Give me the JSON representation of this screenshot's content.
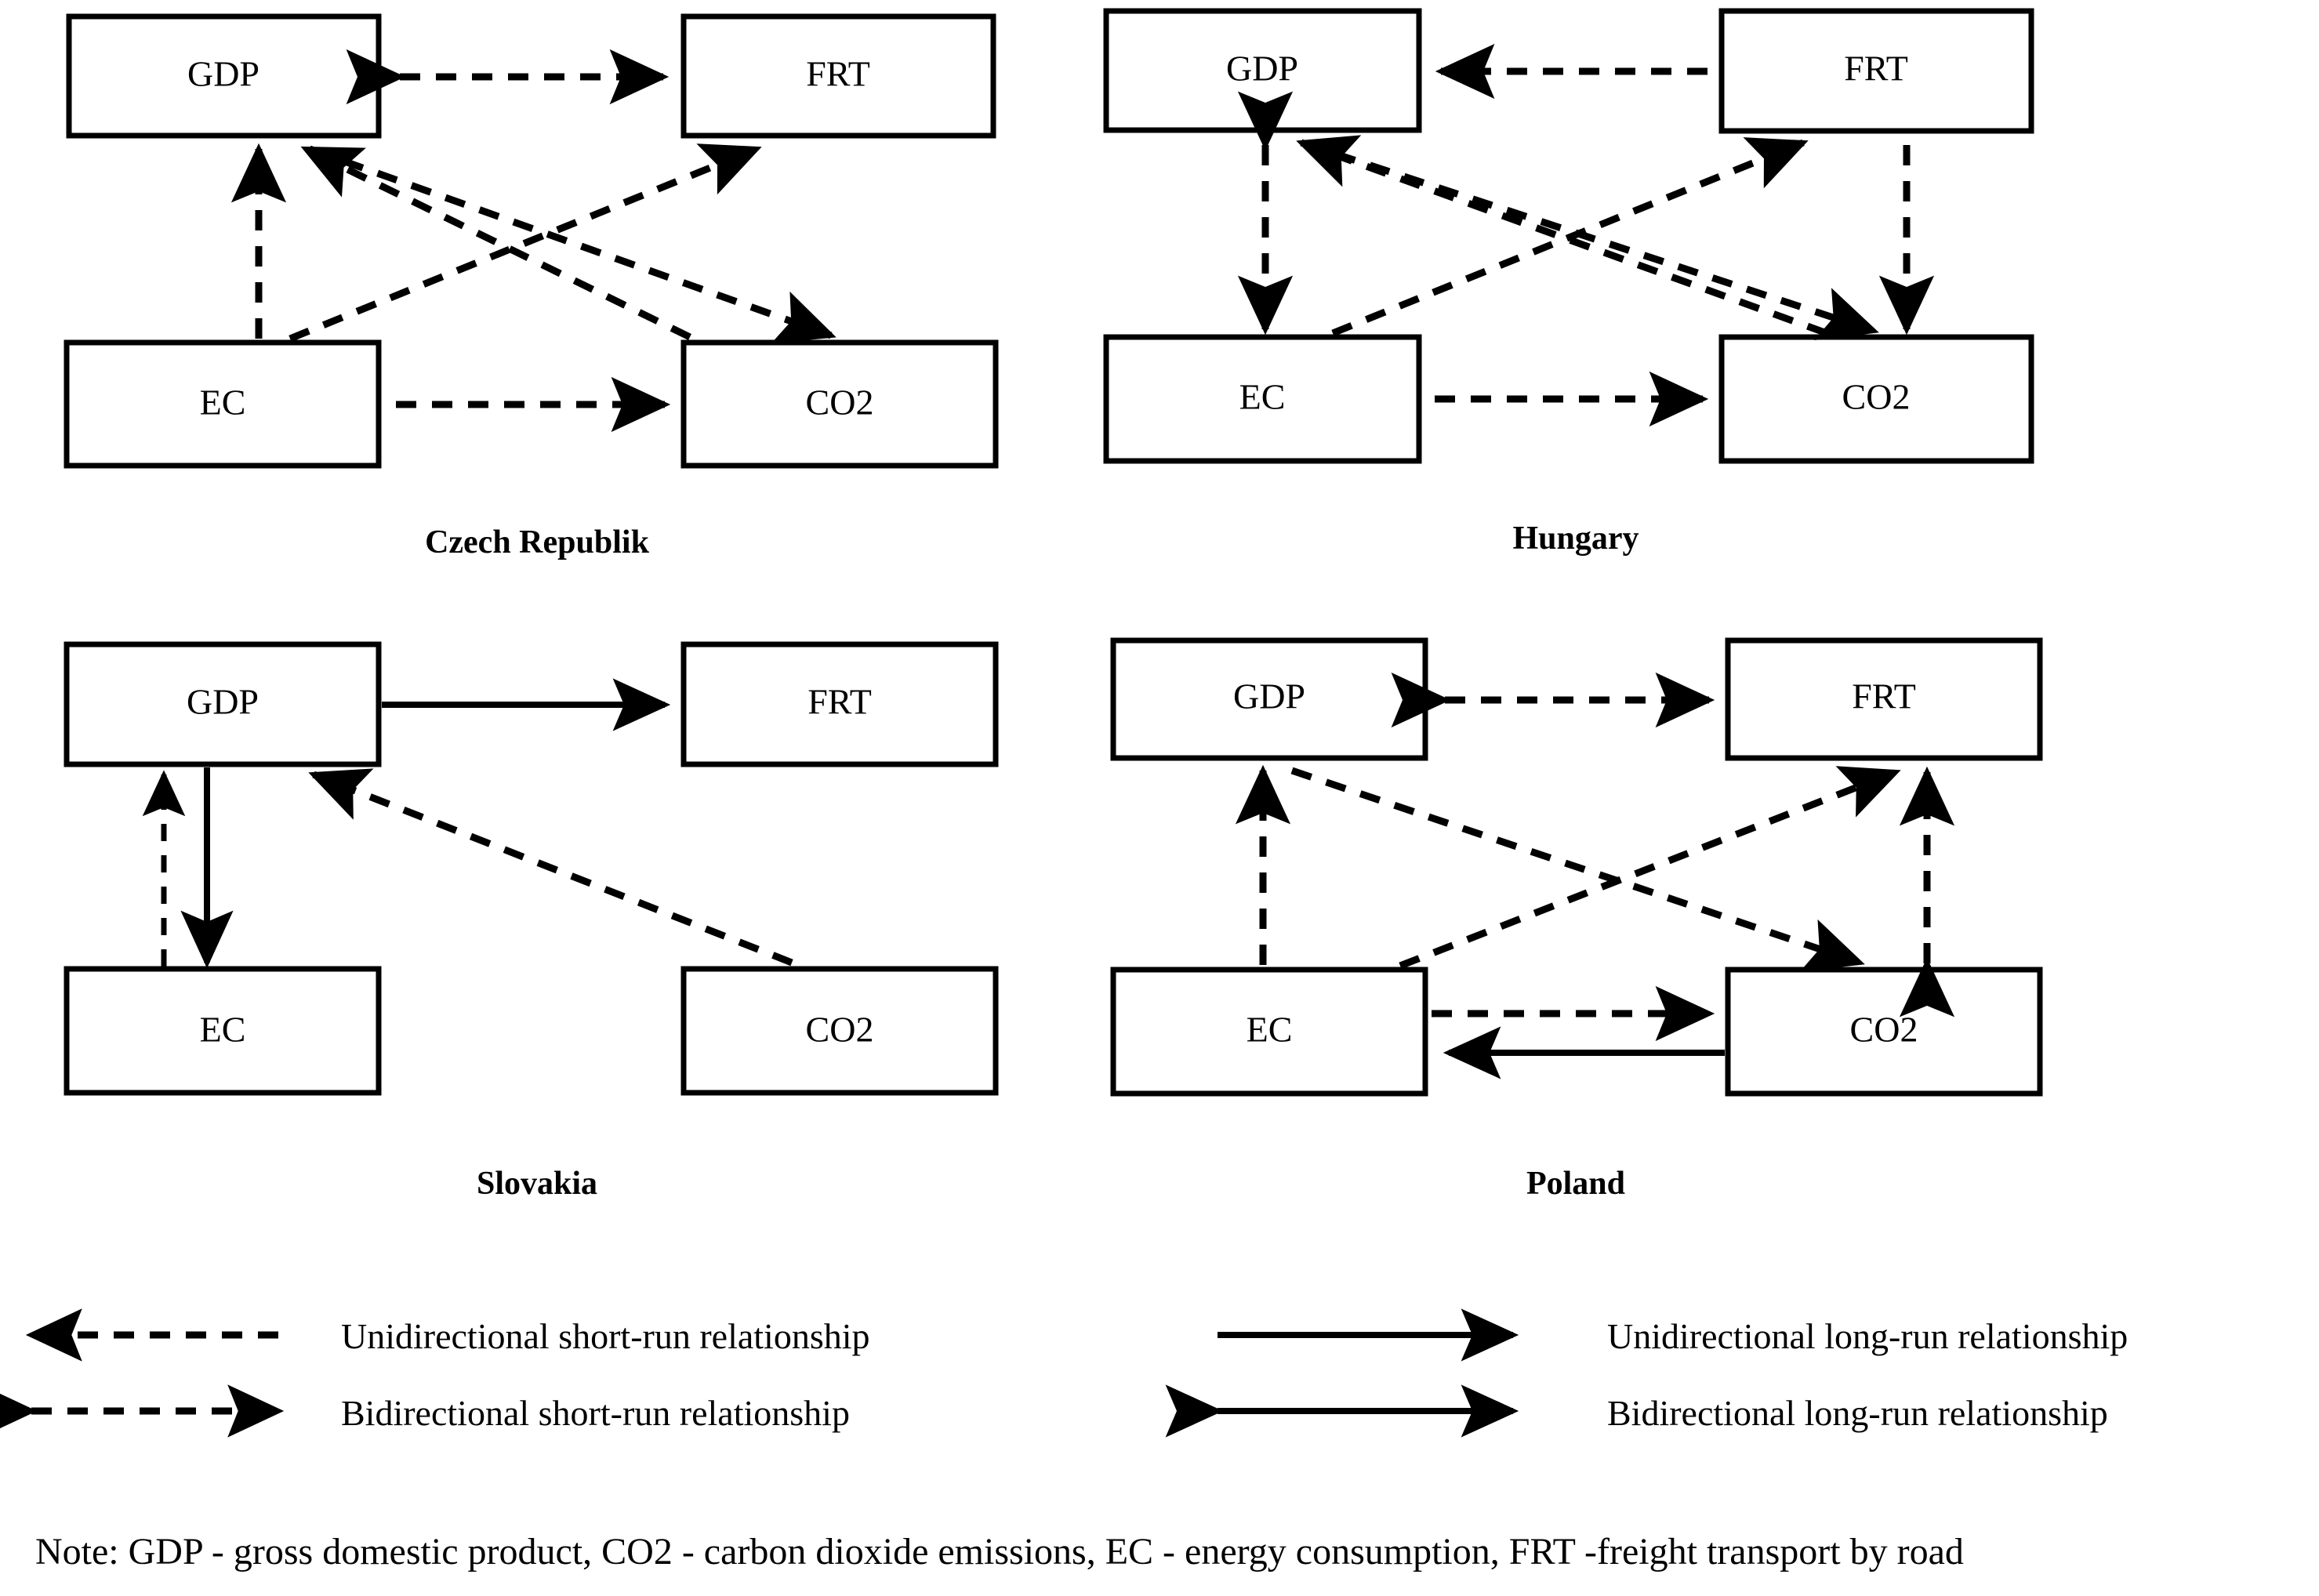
{
  "figure": {
    "node_labels": {
      "gdp": "GDP",
      "frt": "FRT",
      "ec": "EC",
      "co2": "CO2"
    }
  },
  "panels": [
    {
      "id": "czech",
      "title": "Czech Republik",
      "nodes": {
        "gdp": "GDP",
        "frt": "FRT",
        "ec": "EC",
        "co2": "CO2"
      },
      "edges": [
        {
          "from": "GDP",
          "to": "FRT",
          "direction": "bidirectional",
          "style": "short-run"
        },
        {
          "from": "EC",
          "to": "GDP",
          "direction": "unidirectional",
          "style": "short-run"
        },
        {
          "from": "CO2",
          "to": "GDP",
          "direction": "unidirectional",
          "style": "short-run"
        },
        {
          "from": "EC",
          "to": "FRT",
          "direction": "unidirectional",
          "style": "short-run"
        },
        {
          "from": "EC",
          "to": "CO2",
          "direction": "unidirectional",
          "style": "short-run"
        }
      ]
    },
    {
      "id": "hungary",
      "title": "Hungary",
      "nodes": {
        "gdp": "GDP",
        "frt": "FRT",
        "ec": "EC",
        "co2": "CO2"
      },
      "edges": [
        {
          "from": "FRT",
          "to": "GDP",
          "direction": "unidirectional",
          "style": "short-run"
        },
        {
          "from": "GDP",
          "to": "EC",
          "direction": "bidirectional",
          "style": "short-run"
        },
        {
          "from": "FRT",
          "to": "CO2",
          "direction": "unidirectional",
          "style": "short-run"
        },
        {
          "from": "EC",
          "to": "FRT",
          "direction": "unidirectional",
          "style": "short-run"
        },
        {
          "from": "GDP",
          "to": "CO2",
          "direction": "unidirectional",
          "style": "short-run"
        },
        {
          "from": "CO2",
          "to": "GDP",
          "direction": "unidirectional",
          "style": "short-run"
        },
        {
          "from": "EC",
          "to": "CO2",
          "direction": "unidirectional",
          "style": "short-run"
        }
      ]
    },
    {
      "id": "slovakia",
      "title": "Slovakia",
      "nodes": {
        "gdp": "GDP",
        "frt": "FRT",
        "ec": "EC",
        "co2": "CO2"
      },
      "edges": [
        {
          "from": "GDP",
          "to": "FRT",
          "direction": "unidirectional",
          "style": "long-run"
        },
        {
          "from": "GDP",
          "to": "EC",
          "direction": "unidirectional",
          "style": "long-run"
        },
        {
          "from": "EC",
          "to": "GDP",
          "direction": "unidirectional",
          "style": "short-run"
        },
        {
          "from": "CO2",
          "to": "GDP",
          "direction": "unidirectional",
          "style": "short-run"
        }
      ]
    },
    {
      "id": "poland",
      "title": "Poland",
      "nodes": {
        "gdp": "GDP",
        "frt": "FRT",
        "ec": "EC",
        "co2": "CO2"
      },
      "edges": [
        {
          "from": "GDP",
          "to": "FRT",
          "direction": "bidirectional",
          "style": "short-run"
        },
        {
          "from": "EC",
          "to": "GDP",
          "direction": "unidirectional",
          "style": "short-run"
        },
        {
          "from": "FRT",
          "to": "CO2",
          "direction": "bidirectional",
          "style": "short-run"
        },
        {
          "from": "EC",
          "to": "FRT",
          "direction": "unidirectional",
          "style": "short-run"
        },
        {
          "from": "GDP",
          "to": "CO2",
          "direction": "unidirectional",
          "style": "short-run"
        },
        {
          "from": "EC",
          "to": "CO2",
          "direction": "unidirectional",
          "style": "short-run"
        },
        {
          "from": "CO2",
          "to": "EC",
          "direction": "unidirectional",
          "style": "long-run"
        }
      ]
    }
  ],
  "legend": [
    {
      "id": "uni-short",
      "label": "Unidirectional short-run relationship",
      "line": "dashed",
      "heads": "left"
    },
    {
      "id": "bi-short",
      "label": "Bidirectional short-run relationship",
      "line": "dashed",
      "heads": "both"
    },
    {
      "id": "uni-long",
      "label": "Unidirectional long-run relationship",
      "line": "solid",
      "heads": "right"
    },
    {
      "id": "bi-long",
      "label": "Bidirectional long-run relationship",
      "line": "solid",
      "heads": "both"
    }
  ],
  "note": "Note: GDP - gross domestic product, CO2 - carbon dioxide emissions, EC - energy consumption, FRT -freight transport by road",
  "colors": {
    "ink": "#000000",
    "paper": "#ffffff"
  }
}
